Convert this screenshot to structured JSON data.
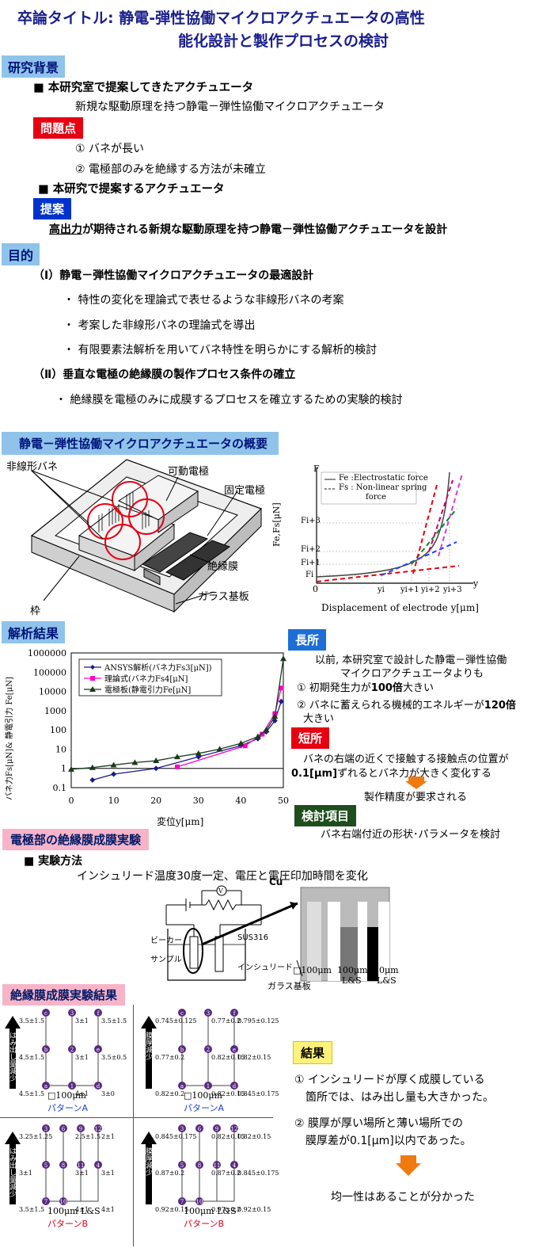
{
  "header": {
    "title_line1": "卒論タイトル:  静電-弾性協働マイクロアクチュエータの高性",
    "title_line2": "能化設計と製作プロセスの検討"
  },
  "background": {
    "heading": "研究背景",
    "item1": "■ 本研究室で提案してきたアクチュエータ",
    "item1_desc": "新規な駆動原理を持つ静電－弾性協働マイクロアクチュエータ",
    "problem_tag": "問題点",
    "problem1": "① バネが長い",
    "problem2": "② 電極部のみを絶縁する方法が未確立",
    "item2": "■ 本研究で提案するアクチュエータ",
    "proposal_tag": "提案",
    "proposal_underlined": "高出力",
    "proposal_rest": "が期待される新規な駆動原理を持つ静電－弾性協働アクチュエータを設計"
  },
  "purpose": {
    "heading": "目的",
    "p1": "（Ⅰ）静電－弾性協働マイクロアクチュエータの最適設計",
    "p1_b1": "・  特性の変化を理論式で表せるような非線形バネの考案",
    "p1_b2": "・  考案した非線形バネの理論式を導出",
    "p1_b3": "・  有限要素法解析を用いてバネ特性を明らかにする解析的検討",
    "p2": "（Ⅱ）垂直な電極の絶縁膜の製作プロセス条件の確立",
    "p2_b1": "・  絶縁膜を電極のみに成膜するプロセスを確立するための実験的検討"
  },
  "overview": {
    "heading": "静電－弾性協働マイクロアクチュエータの概要",
    "label_spring": "非線形バネ",
    "label_movable": "可動電極",
    "label_fixed": "固定電極",
    "label_insulator": "絶縁膜",
    "label_frame": "枠",
    "label_substrate": "ガラス基板"
  },
  "force_chart": {
    "ylabel": "Fe,Fs[μN]",
    "xlabel": "Displacement of electrode y[μm]",
    "y_axis_letter": "F",
    "x_axis_letter": "y",
    "legend_fe": "Fe :Electrostatic force",
    "legend_fs": "Fs : Non-linear spring",
    "legend_fs2": "force",
    "y_ticks": [
      "Fi+3",
      "Fi+2",
      "Fi+1",
      "Fi",
      "0"
    ],
    "x_ticks": [
      "yi",
      "yi+1",
      "yi+2",
      "yi+3"
    ]
  },
  "analysis": {
    "heading": "解析結果",
    "ylabel": "バネ力Fs[μN]& 静電引力 Fe[μN]",
    "xlabel": "変位y[μm]",
    "advantage_tag": "長所",
    "adv_line1": "以前, 本研究室で設計した静電－弾性協働",
    "adv_line2": "マイクロアクチュエータよりも",
    "adv_1a": "① 初期発生力が",
    "adv_1b": "100倍",
    "adv_1c": "大きい",
    "adv_2a": "② バネに蓄えられる機械的エネルギーが",
    "adv_2b": "120倍",
    "adv_2c": "大きい",
    "short_tag": "短所",
    "short_line1": "バネの右端の近くで接触する接触点の位置が",
    "short_line2a": "0.1[μm]",
    "short_line2b": "ずれるとバネ力が大きく変化する",
    "short_result": "製作精度が要求される",
    "review_tag": "検討項目",
    "review_text": "バネ右端付近の形状･パラメータを検討"
  },
  "chart_data": {
    "type": "line",
    "xlabel": "変位y[μm]",
    "ylabel": "バネ力Fs[μN]& 静電引力 Fe[μN]",
    "xlim": [
      0,
      50
    ],
    "ylim": [
      0.1,
      1000000
    ],
    "yscale": "log",
    "x_ticks": [
      "0",
      "10",
      "20",
      "30",
      "40",
      "50"
    ],
    "y_ticks": [
      "1000000",
      "100000",
      "10000",
      "1000",
      "100",
      "10",
      "1",
      "0.1"
    ],
    "legend_position": "top-left",
    "series": [
      {
        "name": "ANSYS解析(バネ力Fs3[μN])",
        "color": "#1a1a8c",
        "marker": "diamond",
        "x": [
          5,
          10,
          20,
          30,
          40,
          44,
          46,
          48,
          49.5
        ],
        "y": [
          0.25,
          0.5,
          1,
          4,
          15,
          35,
          80,
          300,
          3000
        ]
      },
      {
        "name": "理論式(バネ力Fs4[μN]",
        "color": "#ff00cc",
        "marker": "square",
        "x": [
          25,
          41,
          45,
          48,
          49.5
        ],
        "y": [
          1.2,
          15,
          60,
          700,
          15000
        ]
      },
      {
        "name": "電極板(静電引力Fe[μN]",
        "color": "#1a3a1a",
        "marker": "triangle",
        "x": [
          0,
          5,
          10,
          15,
          20,
          25,
          30,
          35,
          40,
          44,
          46,
          48,
          50
        ],
        "y": [
          0.9,
          1.1,
          1.5,
          2,
          2.5,
          4,
          6,
          10,
          20,
          45,
          100,
          500,
          500000
        ]
      }
    ]
  },
  "experiment": {
    "heading": "電極部の絶縁膜成膜実験",
    "method": "■ 実験方法",
    "condition": "インシュリード温度30度一定、電圧と電圧印加時間を変化",
    "lbl_beaker": "ビーカー",
    "lbl_sample": "サンプル",
    "lbl_sus": "SUS316",
    "lbl_insulead": "インシュリード",
    "lbl_cu": "Cu",
    "lbl_glass": "ガラス基板",
    "lbl_p1": "□100μm",
    "lbl_p2a": "100μm",
    "lbl_p2b": "L&S",
    "lbl_p3a": "20μm",
    "lbl_p3b": "L&S"
  },
  "results": {
    "heading": "絶縁膜成膜実験結果",
    "arrow_label_a": "はみ出し量減少",
    "arrow_label_b": "膜厚減少",
    "pA1": {
      "caption1": "□100μm",
      "caption2": "パターンA",
      "vals": [
        "3.5±1.5",
        "3±1",
        "3.5±1.5",
        "4.5±1.5",
        "3±1",
        "3.5±0.5",
        "4.5±1.5",
        "4±1",
        "3±0"
      ],
      "circles": [
        "c",
        "3",
        "f",
        "b",
        "2",
        "e",
        "a",
        "1",
        "d"
      ]
    },
    "pA2": {
      "caption1": "□100μm",
      "caption2": "パターンA",
      "vals": [
        "0.745±0.125",
        "0.77±0.2",
        "0.795±0.125",
        "0.77±0.2",
        "0.82±0.15",
        "0.82±0.15",
        "0.82±0.2",
        "0.82±0.15",
        "0.845±0.175"
      ],
      "circles": [
        "c",
        "3",
        "f",
        "b",
        "2",
        "e",
        "a",
        "1",
        "d"
      ]
    },
    "pB1": {
      "caption1": "100μm L&S",
      "caption2": "パターンB",
      "vals": [
        "3.25±1.25",
        "2.5±1.5",
        "2±1",
        "3±1",
        "3±1",
        "3±1",
        "3.5±1.5",
        "4±1",
        "4±1"
      ],
      "circles": [
        "3",
        "6",
        "9",
        "12",
        "5",
        "8",
        "11",
        "4",
        "7",
        "10"
      ]
    },
    "pB2": {
      "caption1": "100μm L&S",
      "caption2": "パターンB",
      "vals": [
        "0.845±0.175",
        "0.82±0.15",
        "0.82±0.15",
        "0.87±0.2",
        "0.87±0.2",
        "0.845±0.175",
        "0.92±0.15",
        "0.97±0.2",
        "0.92±0.15"
      ],
      "circles": [
        "3",
        "6",
        "9",
        "12",
        "5",
        "8",
        "11",
        "4",
        "7",
        "10"
      ]
    },
    "result_tag": "結果",
    "r1_line1": "① インシュリードが厚く成膜している",
    "r1_line2": "箇所では、はみ出し量も大きかった。",
    "r2_line1": "② 膜厚が厚い場所と薄い場所での",
    "r2_line2": "膜厚差が0.1[μm]以内であった。",
    "conclusion": "均一性はあることが分かった"
  }
}
